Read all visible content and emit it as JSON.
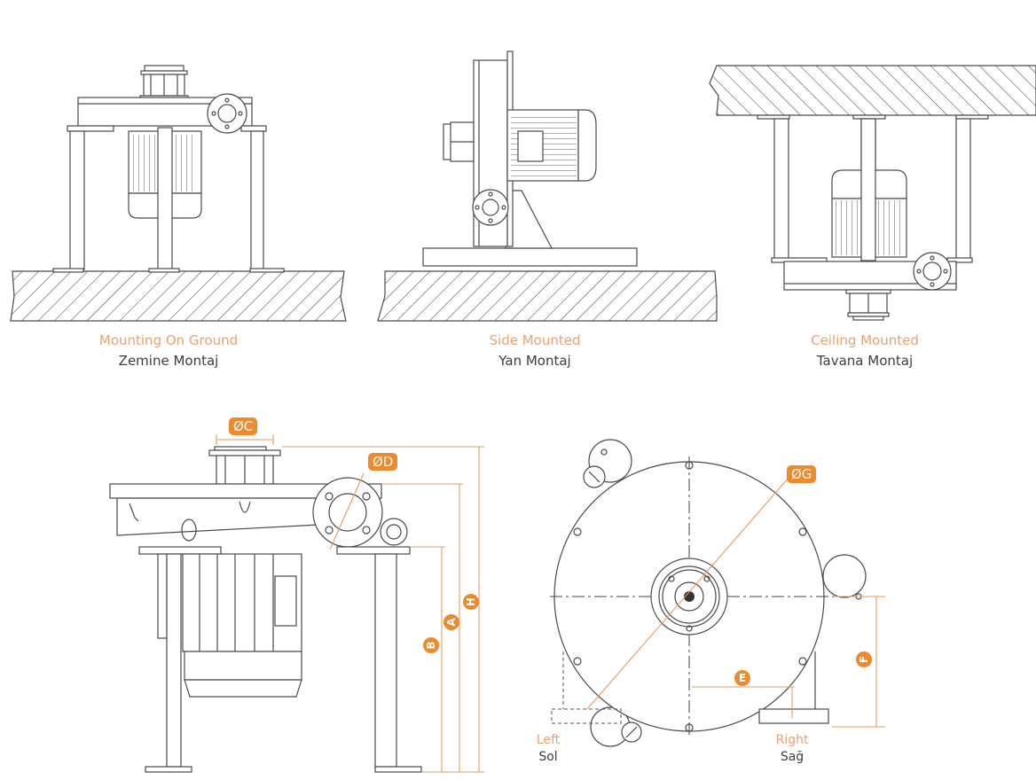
{
  "mounting_views": [
    {
      "id": "ground",
      "label_en": "Mounting On Ground",
      "label_tr": "Zemine Montaj"
    },
    {
      "id": "side",
      "label_en": "Side Mounted",
      "label_tr": "Yan Montaj"
    },
    {
      "id": "ceiling",
      "label_en": "Ceiling Mounted",
      "label_tr": "Tavana Montaj"
    }
  ],
  "dimension_labels": {
    "c": "ØC",
    "d": "ØD",
    "g": "ØG",
    "a": "A",
    "b": "B",
    "h": "H",
    "e": "E",
    "f": "F"
  },
  "side_labels": {
    "left_en": "Left",
    "left_tr": "Sol",
    "right_en": "Right",
    "right_tr": "Sağ"
  },
  "colors": {
    "accent": "#ec8a2d",
    "caption_en": "#e9a272",
    "caption_tr": "#3d3d3d",
    "line": "#4a4a4a",
    "dimension_line": "#e79a5f"
  },
  "icons": {
    "flange": "flange-icon",
    "motor": "motor-icon",
    "hatch": "hatched-surface"
  }
}
